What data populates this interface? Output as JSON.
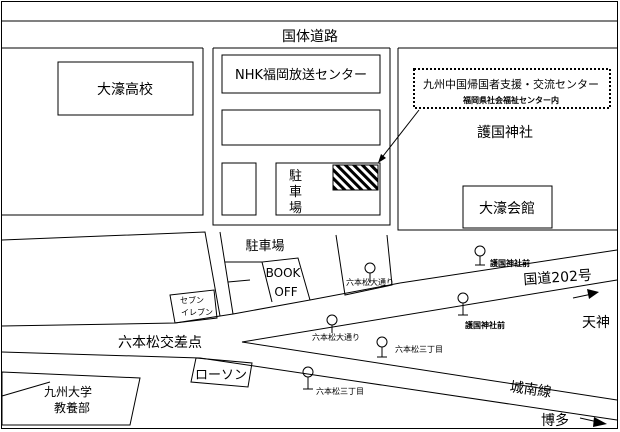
{
  "roads": {
    "kokutai": "国体道路",
    "route202": "国道202号",
    "jonan": "城南線",
    "intersection": "六本松交差点"
  },
  "buildings": {
    "ohori_high": "大濠高校",
    "nhk": "NHK福岡放送センター",
    "parking_1": [
      "駐",
      "車",
      "場"
    ],
    "parking_2": "駐車場",
    "gokoku": "護国神社",
    "ohori_kaikan": "大濠会館",
    "bookoff": [
      "BOOK",
      "OFF"
    ],
    "seven": [
      "セブン",
      "イレブン"
    ],
    "lawson": "ローソン",
    "kyudai": [
      "九州大学",
      "教養部"
    ]
  },
  "target": {
    "name": "九州中国帰国者支援・交流センター",
    "sub": "福岡県社会福祉センター内"
  },
  "bus_stops": [
    "六本松大通り",
    "六本松大通り",
    "六本松三丁目",
    "六本松三丁目",
    "護国神社前",
    "護国神社前"
  ],
  "directions": {
    "tenjin": "天神",
    "hakata": "博多"
  },
  "colors": {
    "line": "#000000",
    "background": "#ffffff"
  }
}
